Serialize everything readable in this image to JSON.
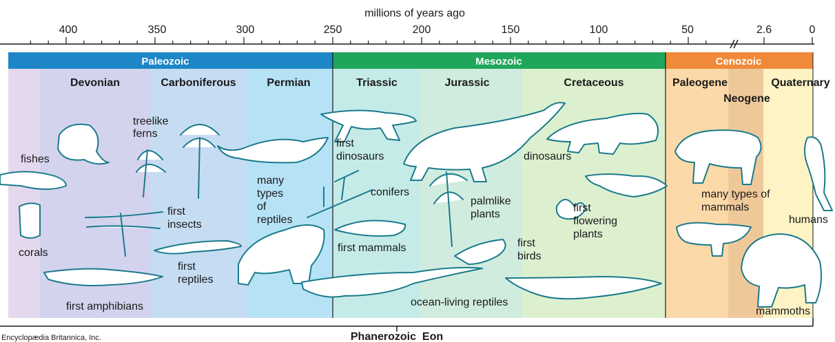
{
  "axis": {
    "title": "millions of years ago",
    "ticks": [
      "400",
      "350",
      "300",
      "250",
      "200",
      "150",
      "100",
      "50",
      "2.6",
      "0"
    ]
  },
  "eras": [
    {
      "name": "Paleozoic",
      "color": "#1d86c6"
    },
    {
      "name": "Mesozoic",
      "color": "#1fa65a"
    },
    {
      "name": "Cenozoic",
      "color": "#f08a3a"
    }
  ],
  "periods": [
    {
      "name": "Devonian"
    },
    {
      "name": "Carboniferous"
    },
    {
      "name": "Permian"
    },
    {
      "name": "Triassic"
    },
    {
      "name": "Jurassic"
    },
    {
      "name": "Cretaceous"
    },
    {
      "name": "Paleogene"
    },
    {
      "name": "Neogene"
    },
    {
      "name": "Quaternary"
    }
  ],
  "organisms": {
    "fishes": "fishes",
    "corals": "corals",
    "first_amphibians": "first amphibians",
    "treelike_ferns": [
      "treelike",
      "ferns"
    ],
    "first_insects": [
      "first",
      "insects"
    ],
    "first_reptiles": [
      "first",
      "reptiles"
    ],
    "many_types_of_reptiles": [
      "many",
      "types",
      "of",
      "reptiles"
    ],
    "first_dinosaurs": [
      "first",
      "dinosaurs"
    ],
    "conifers": "conifers",
    "first_mammals": "first mammals",
    "palmlike_plants": [
      "palmlike",
      "plants"
    ],
    "first_birds": [
      "first",
      "birds"
    ],
    "ocean_living_reptiles": "ocean-living reptiles",
    "dinosaurs": "dinosaurs",
    "first_flowering_plants": [
      "first",
      "flowering",
      "plants"
    ],
    "many_types_of_mammals": [
      "many types of",
      "mammals"
    ],
    "humans": "humans",
    "mammoths": "mammoths"
  },
  "eon": "Phanerozoic  Eon",
  "credit": "Encyclopædia Britannica, Inc.",
  "colors": {
    "devonian_early": "#e4d8ee",
    "devonian": "#d3d3ee",
    "carboniferous": "#c6dcf2",
    "permian": "#b6e2f6",
    "triassic": "#c5ebe8",
    "jurassic": "#d0ecde",
    "cretaceous": "#dcf0cf",
    "paleogene": "#fcd9a8",
    "neogene": "#efc89a",
    "quaternary": "#fdf3c4",
    "fossil_stroke": "#1a7a8c"
  }
}
